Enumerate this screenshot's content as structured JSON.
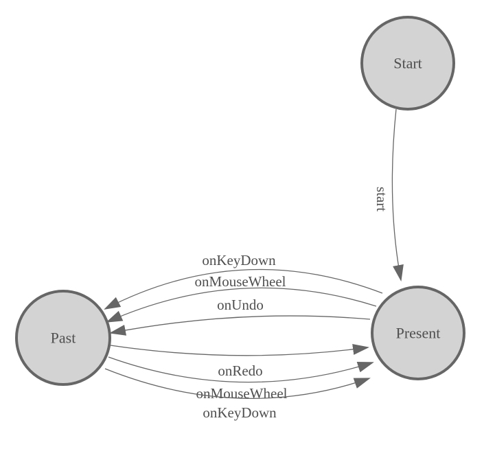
{
  "diagram": {
    "colors": {
      "background": "#ffffff",
      "node_fill": "#d3d3d3",
      "node_stroke": "#666666",
      "edge": "#666666",
      "arrowhead": "#666666",
      "text": "#4f4f4f"
    },
    "nodes": [
      {
        "id": "start",
        "label": "Start"
      },
      {
        "id": "present",
        "label": "Present"
      },
      {
        "id": "past",
        "label": "Past"
      }
    ],
    "edges": [
      {
        "from": "Start",
        "to": "Present",
        "label": "start"
      },
      {
        "from": "Present",
        "to": "Past",
        "label": "onKeyDown"
      },
      {
        "from": "Present",
        "to": "Past",
        "label": "onMouseWheel"
      },
      {
        "from": "Present",
        "to": "Past",
        "label": "onUndo"
      },
      {
        "from": "Past",
        "to": "Present",
        "label": "onRedo"
      },
      {
        "from": "Past",
        "to": "Present",
        "label": "onMouseWheel"
      },
      {
        "from": "Past",
        "to": "Present",
        "label": "onKeyDown"
      }
    ]
  }
}
